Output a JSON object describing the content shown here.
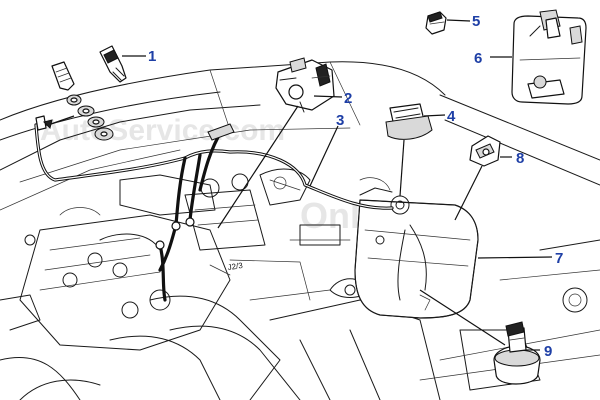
{
  "diagram": {
    "watermark": {
      "line1": "AutoService.com",
      "line2": "Online"
    },
    "callouts": [
      {
        "id": "1",
        "label": "1"
      },
      {
        "id": "2",
        "label": "2"
      },
      {
        "id": "3",
        "label": "3"
      },
      {
        "id": "4",
        "label": "4"
      },
      {
        "id": "5",
        "label": "5"
      },
      {
        "id": "6",
        "label": "6"
      },
      {
        "id": "7",
        "label": "7"
      },
      {
        "id": "8",
        "label": "8"
      },
      {
        "id": "9",
        "label": "9"
      }
    ],
    "engine_stamp": "J2/3"
  },
  "colors": {
    "callout": "#1e3fa6",
    "line": "#111111",
    "watermark": "#e6e6e6"
  }
}
